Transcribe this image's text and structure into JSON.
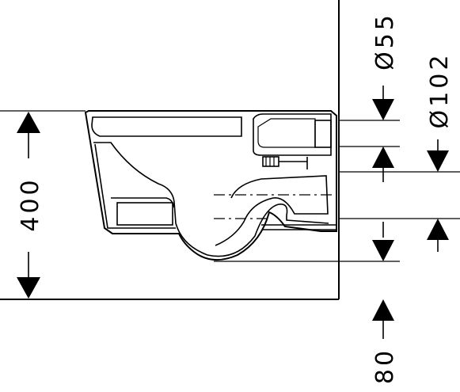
{
  "dimensions": {
    "height": "400",
    "floor_offset": "80",
    "outlet_diameter": "Ø55",
    "outlet_bore": "Ø102"
  }
}
